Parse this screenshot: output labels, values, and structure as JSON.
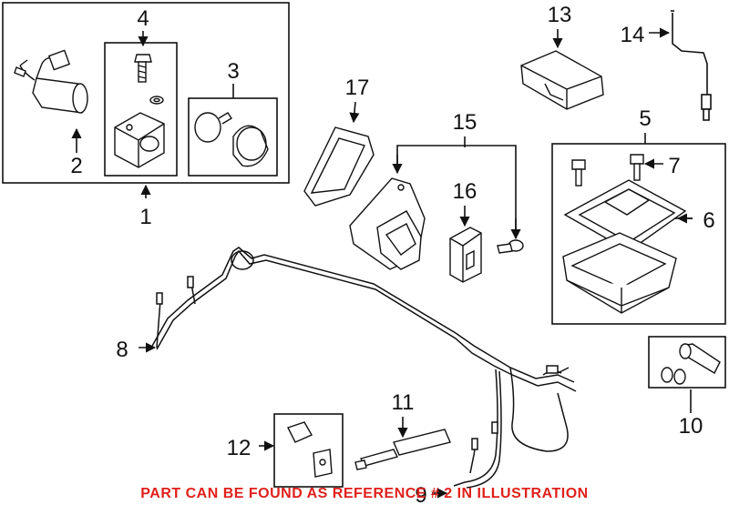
{
  "diagram": {
    "callouts": [
      {
        "id": "1",
        "label": "1"
      },
      {
        "id": "2",
        "label": "2"
      },
      {
        "id": "3",
        "label": "3"
      },
      {
        "id": "4",
        "label": "4"
      },
      {
        "id": "5",
        "label": "5"
      },
      {
        "id": "6",
        "label": "6"
      },
      {
        "id": "7",
        "label": "7"
      },
      {
        "id": "8",
        "label": "8"
      },
      {
        "id": "9",
        "label": "9"
      },
      {
        "id": "10",
        "label": "10"
      },
      {
        "id": "11",
        "label": "11"
      },
      {
        "id": "12",
        "label": "12"
      },
      {
        "id": "13",
        "label": "13"
      },
      {
        "id": "14",
        "label": "14"
      },
      {
        "id": "15",
        "label": "15"
      },
      {
        "id": "16",
        "label": "16"
      },
      {
        "id": "17",
        "label": "17"
      }
    ],
    "footer_note": "PART CAN BE FOUND AS REFERENCE # 2 IN ILLUSTRATION",
    "colors": {
      "line": "#111111",
      "note": "#e0201b",
      "background": "#ffffff"
    }
  }
}
